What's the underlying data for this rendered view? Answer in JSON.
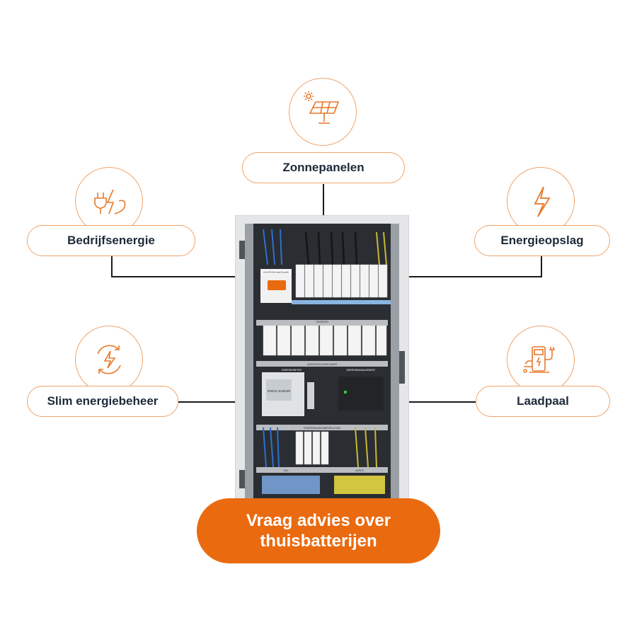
{
  "nodes": {
    "zonnepanelen": "Zonnepanelen",
    "bedrijfsenergie": "Bedrijfsenergie",
    "energieopslag": "Energieopslag",
    "slim_energiebeheer": "Slim energiebeheer",
    "laadpaal": "Laadpaal"
  },
  "cabinet_labels": {
    "hoofdschakelaar": "HOOFDSCHAKELAAR",
    "groepen": "GROEPEN",
    "aardlekschakelaars": "AARDLEKSCHAKELAARS",
    "energiemeter": "ENERGIEMETER",
    "energiemanagement": "ENERGIEMANAGEMENT",
    "overspanningsbeveiliging": "OVERSPANNINGSBEVEILIGING",
    "nul": "NUL",
    "aarde": "AARDE",
    "meter_reading": "000011.843kWh"
  },
  "cta": {
    "line1": "Vraag advies over",
    "line2": "thuisbatterijen"
  },
  "colors": {
    "accent": "#ea6a10",
    "outline": "#f0a36a",
    "text": "#1d2a3a"
  },
  "icons": [
    "solar-panel-icon",
    "plug-lightning-icon",
    "lightning-icon",
    "cycle-lightning-icon",
    "ev-charger-icon"
  ]
}
